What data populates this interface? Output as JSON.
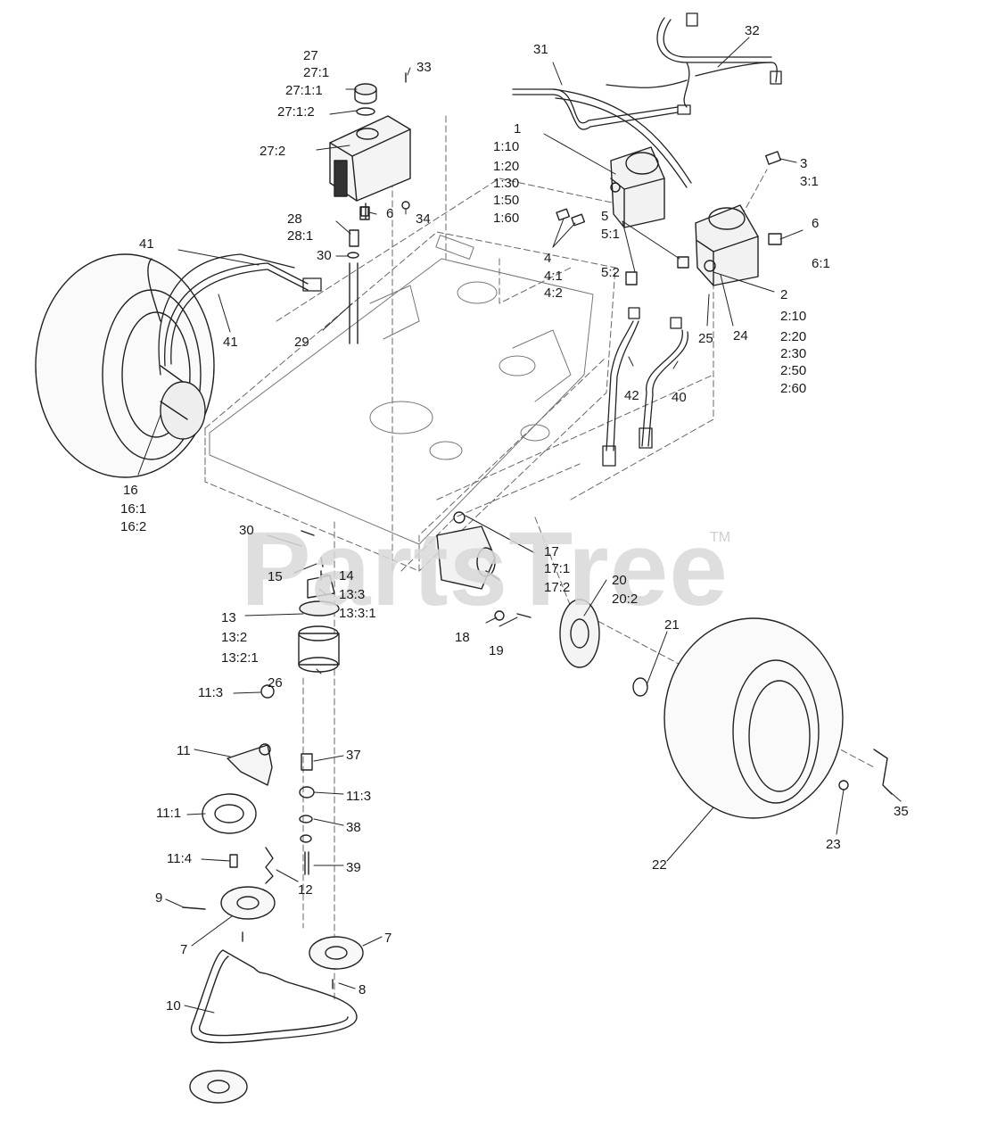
{
  "watermark": {
    "text": "PartsTree",
    "mark": "TM"
  },
  "callouts": {
    "c27": "27",
    "c27_1": "27:1",
    "c27_1_1": "27:1:1",
    "c27_1_2": "27:1:2",
    "c27_2": "27:2",
    "c33": "33",
    "c31": "31",
    "c32": "32",
    "c1": "1",
    "c1_10": "1:10",
    "c1_20": "1:20",
    "c1_30": "1:30",
    "c1_50": "1:50",
    "c1_60": "1:60",
    "c3": "3",
    "c3_1": "3:1",
    "c6a": "6",
    "c34": "34",
    "c28": "28",
    "c28_1": "28:1",
    "c30a": "30",
    "c29": "29",
    "c41a": "41",
    "c41b": "41",
    "c4": "4",
    "c4_1": "4:1",
    "c4_2": "4:2",
    "c5": "5",
    "c5_1": "5:1",
    "c5_2": "5:2",
    "c6b": "6",
    "c6_1": "6:1",
    "c2": "2",
    "c2_10": "2:10",
    "c2_20": "2:20",
    "c2_30": "2:30",
    "c2_50": "2:50",
    "c2_60": "2:60",
    "c25": "25",
    "c24": "24",
    "c42": "42",
    "c40": "40",
    "c16": "16",
    "c16_1": "16:1",
    "c16_2": "16:2",
    "c30b": "30",
    "c15": "15",
    "c14": "14",
    "c13_3": "13:3",
    "c13_3_1": "13:3:1",
    "c13": "13",
    "c13_2": "13:2",
    "c13_2_1": "13:2:1",
    "c26": "26",
    "c17": "17",
    "c17_1": "17:1",
    "c17_2": "17:2",
    "c20": "20",
    "c20_2": "20:2",
    "c18": "18",
    "c19": "19",
    "c21": "21",
    "c11_3a": "11:3",
    "c11": "11",
    "c37": "37",
    "c11_3b": "11:3",
    "c11_1": "11:1",
    "c38": "38",
    "c11_4": "11:4",
    "c12": "12",
    "c39": "39",
    "c9": "9",
    "c7a": "7",
    "c7b": "7",
    "c8": "8",
    "c10": "10",
    "c22": "22",
    "c23": "23",
    "c35": "35"
  }
}
